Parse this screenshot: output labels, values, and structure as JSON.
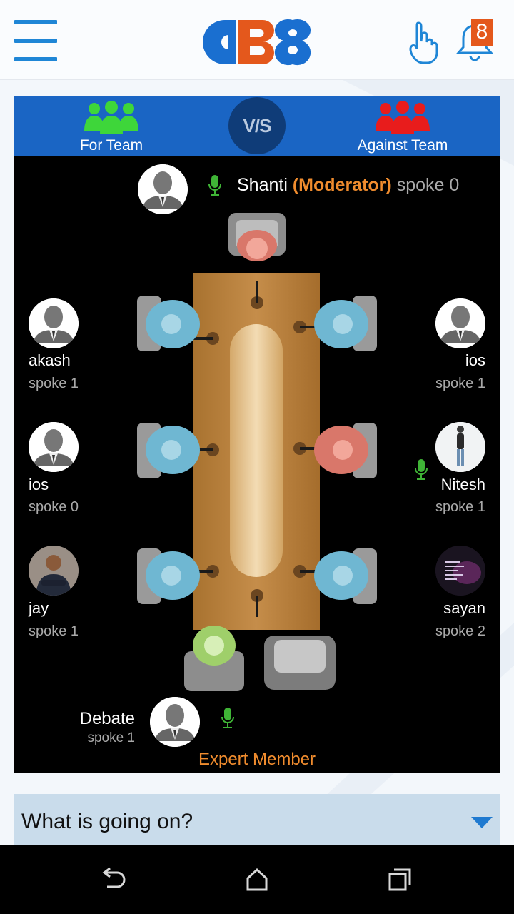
{
  "header": {
    "notification_count": "8"
  },
  "teams": {
    "for_label": "For Team",
    "against_label": "Against Team",
    "vs_label": "V/S",
    "for_color": "#3ed63a",
    "against_color": "#e81c1c"
  },
  "moderator": {
    "name": "Shanti",
    "role": "(Moderator)",
    "spoke": "spoke 0"
  },
  "left_members": [
    {
      "name": "akash",
      "spoke": "spoke 1"
    },
    {
      "name": "ios",
      "spoke": "spoke 0"
    },
    {
      "name": "jay",
      "spoke": "spoke 1"
    }
  ],
  "right_members": [
    {
      "name": "ios",
      "spoke": "spoke 1"
    },
    {
      "name": "Nitesh",
      "spoke": "spoke 1"
    },
    {
      "name": "sayan",
      "spoke": "spoke 2"
    }
  ],
  "expert": {
    "name": "Debate",
    "spoke": "spoke 1",
    "label": "Expert Member"
  },
  "dropdown": {
    "question": "What is going on?"
  },
  "colors": {
    "brand_blue": "#1f86d6",
    "team_bar": "#1a65c4",
    "accent_orange": "#f08c2e",
    "mic_green": "#3fb436"
  }
}
